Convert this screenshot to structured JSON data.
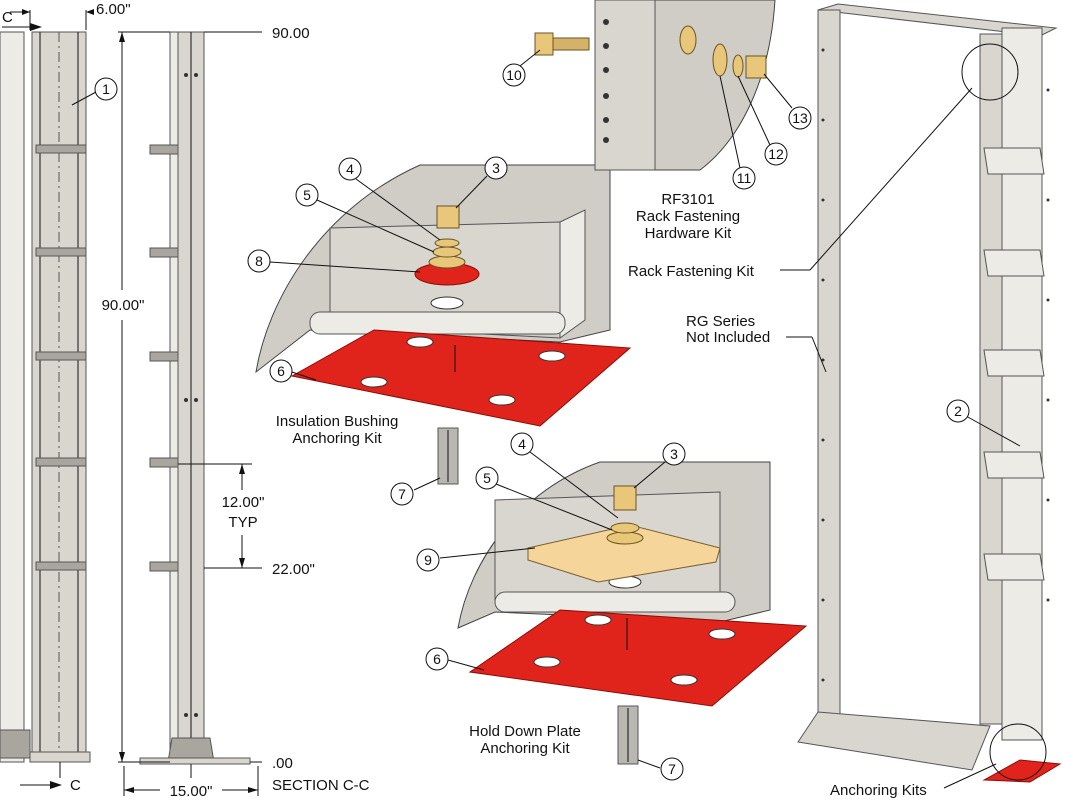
{
  "dimensions": {
    "top_width": "6.00\"",
    "height": "90.00\"",
    "top_mark": "90.00",
    "spacing": "12.00\"",
    "spacing_note": "TYP",
    "lower_mark": "22.00\"",
    "zero_mark": ".00",
    "base_width": "15.00\"",
    "section_mark": "C",
    "section_label": "SECTION C-C"
  },
  "callouts": {
    "c1": "1",
    "c2": "2",
    "c3": "3",
    "c3b": "3",
    "c4": "4",
    "c4b": "4",
    "c5": "5",
    "c5b": "5",
    "c6": "6",
    "c6b": "6",
    "c7": "7",
    "c7b": "7",
    "c8": "8",
    "c9": "9",
    "c10": "10",
    "c11": "11",
    "c12": "12",
    "c13": "13"
  },
  "labels": {
    "hardware_kit_line1": "RF3101",
    "hardware_kit_line2": "Rack Fastening",
    "hardware_kit_line3": "Hardware Kit",
    "rack_fastening_kit": "Rack Fastening Kit",
    "rg_series_line1": "RG Series",
    "rg_series_line2": "Not Included",
    "insulation_line1": "Insulation Bushing",
    "insulation_line2": "Anchoring Kit",
    "holddown_line1": "Hold Down Plate",
    "holddown_line2": "Anchoring Kit",
    "anchoring_kits": "Anchoring Kits"
  },
  "colors": {
    "steel": "#d9d6cf",
    "plate_red": "#e0231b",
    "brass": "#e8c67a",
    "wood": "#f5d59a"
  }
}
